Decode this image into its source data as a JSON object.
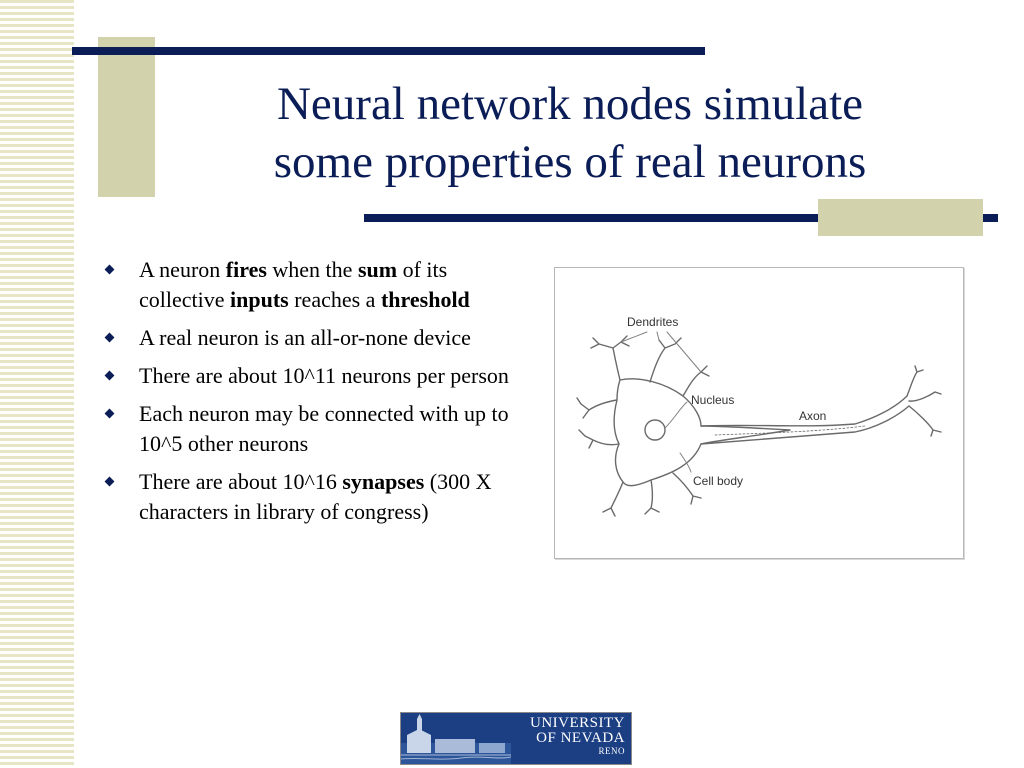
{
  "slide": {
    "title_line1": "Neural network nodes simulate",
    "title_line2": "some properties of real neurons",
    "bullets": [
      {
        "parts": [
          {
            "text": "A neuron ",
            "bold": false
          },
          {
            "text": "fires",
            "bold": true
          },
          {
            "text": " when the ",
            "bold": false
          },
          {
            "text": "sum",
            "bold": true
          },
          {
            "text": " of its collective ",
            "bold": false
          },
          {
            "text": "inputs",
            "bold": true
          },
          {
            "text": " reaches a ",
            "bold": false
          },
          {
            "text": "threshold",
            "bold": true
          }
        ]
      },
      {
        "parts": [
          {
            "text": "A real neuron is an all-or-none device",
            "bold": false
          }
        ]
      },
      {
        "parts": [
          {
            "text": "There are about 10^11 neurons per person",
            "bold": false
          }
        ]
      },
      {
        "parts": [
          {
            "text": "Each neuron may be connected with up to 10^5 other neurons",
            "bold": false
          }
        ]
      },
      {
        "parts": [
          {
            "text": "There are about 10^16 ",
            "bold": false
          },
          {
            "text": "synapses",
            "bold": true
          },
          {
            "text": " (300 X characters in library of congress)",
            "bold": false
          }
        ]
      }
    ]
  },
  "figure": {
    "labels": {
      "dendrites": "Dendrites",
      "nucleus": "Nucleus",
      "axon": "Axon",
      "cell_body": "Cell body"
    }
  },
  "logo": {
    "line1": "UNIVERSITY",
    "line2": "OF NEVADA",
    "line3": "RENO"
  },
  "colors": {
    "title": "#0b1d57",
    "accent_bar": "#0b1d57",
    "accent_block": "#d2d2ac",
    "stripes": "#e6e6c4",
    "logo_bg": "#1b3f82"
  }
}
